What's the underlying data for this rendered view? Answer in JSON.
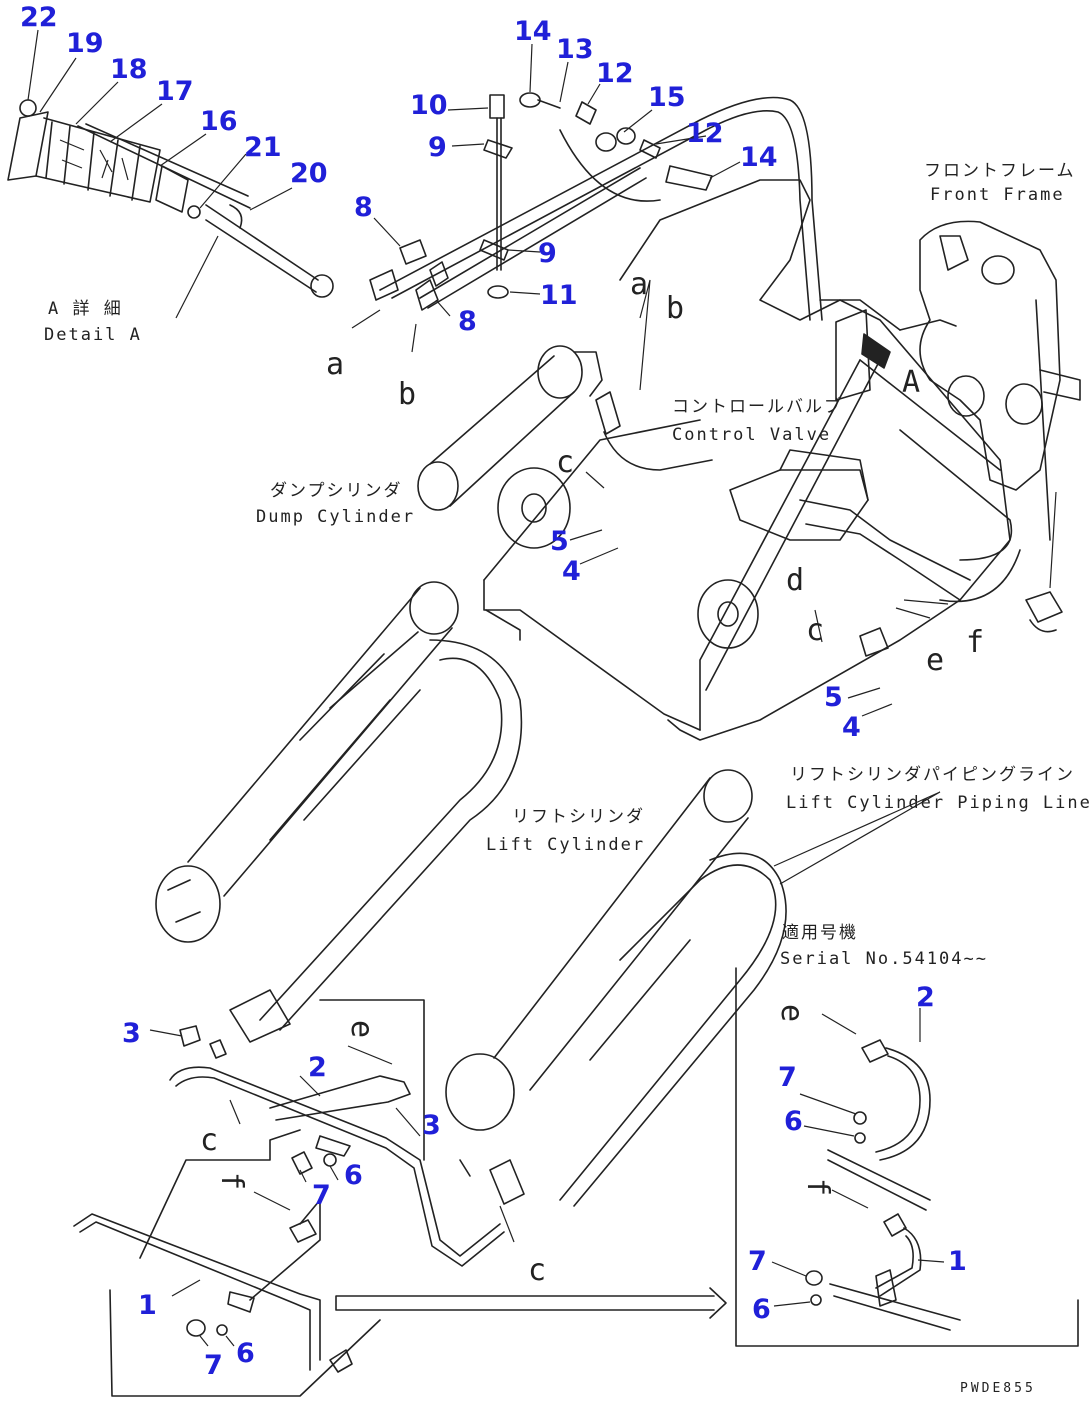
{
  "labels": {
    "detail_a_jp": "A 詳 細",
    "detail_a_en": "Detail A",
    "front_frame_jp": "フロントフレーム",
    "front_frame_en": "Front Frame",
    "control_valve_jp": "コントロールバルブ",
    "control_valve_en": "Control Valve",
    "dump_cylinder_jp": "ダンプシリンダ",
    "dump_cylinder_en": "Dump Cylinder",
    "lift_cylinder_jp": "リフトシリンダ",
    "lift_cylinder_en": "Lift Cylinder",
    "lift_piping_jp": "リフトシリンダパイピングライン",
    "lift_piping_en": "Lift Cylinder Piping Line",
    "serial_jp": "適用号機",
    "serial_en": "Serial No.54104~~",
    "detail_letter_a": "A",
    "drawing_code": "PWDE855"
  },
  "refs": {
    "a": "a",
    "b": "b",
    "c": "c",
    "d": "d",
    "e": "e",
    "f": "f"
  },
  "part_numbers": {
    "p1": "1",
    "p2": "2",
    "p3": "3",
    "p4": "4",
    "p5": "5",
    "p6": "6",
    "p7": "7",
    "p8": "8",
    "p9": "9",
    "p10": "10",
    "p11": "11",
    "p12": "12",
    "p13": "13",
    "p14": "14",
    "p15": "15",
    "p16": "16",
    "p17": "17",
    "p18": "18",
    "p19": "19",
    "p20": "20",
    "p21": "21",
    "p22": "22"
  }
}
